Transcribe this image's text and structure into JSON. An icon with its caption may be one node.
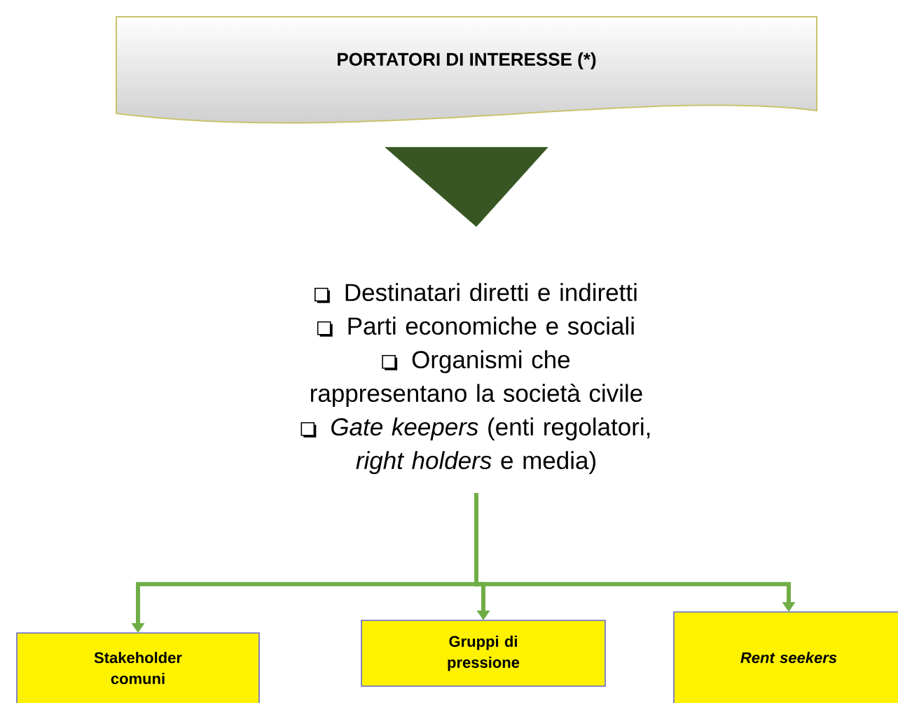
{
  "diagram": {
    "nodes": [
      {
        "text": [
          "PORTATORI DI INTERESSE (*)"
        ]
      },
      {
        "text": [
          "Destinatari diretti e indiretti",
          "Parti economiche e sociali",
          "Organismi che rappresentano la società civile",
          "*Gate keepers* (enti regolatori, *right holders* e media)"
        ]
      },
      {
        "text": [
          "Stakeholder comuni"
        ]
      },
      {
        "text": [
          "Gruppi di pressione"
        ]
      },
      {
        "text": [
          "Rent seekers"
        ]
      }
    ],
    "edges": [
      {
        "from": 0,
        "to": 1,
        "arrow": "to",
        "style": "thick",
        "color": "#375623"
      },
      {
        "from": 1,
        "to": 2,
        "arrow": "to"
      },
      {
        "from": 1,
        "to": 3,
        "arrow": "to"
      },
      {
        "from": 1,
        "to": 4,
        "arrow": "to"
      }
    ]
  }
}
